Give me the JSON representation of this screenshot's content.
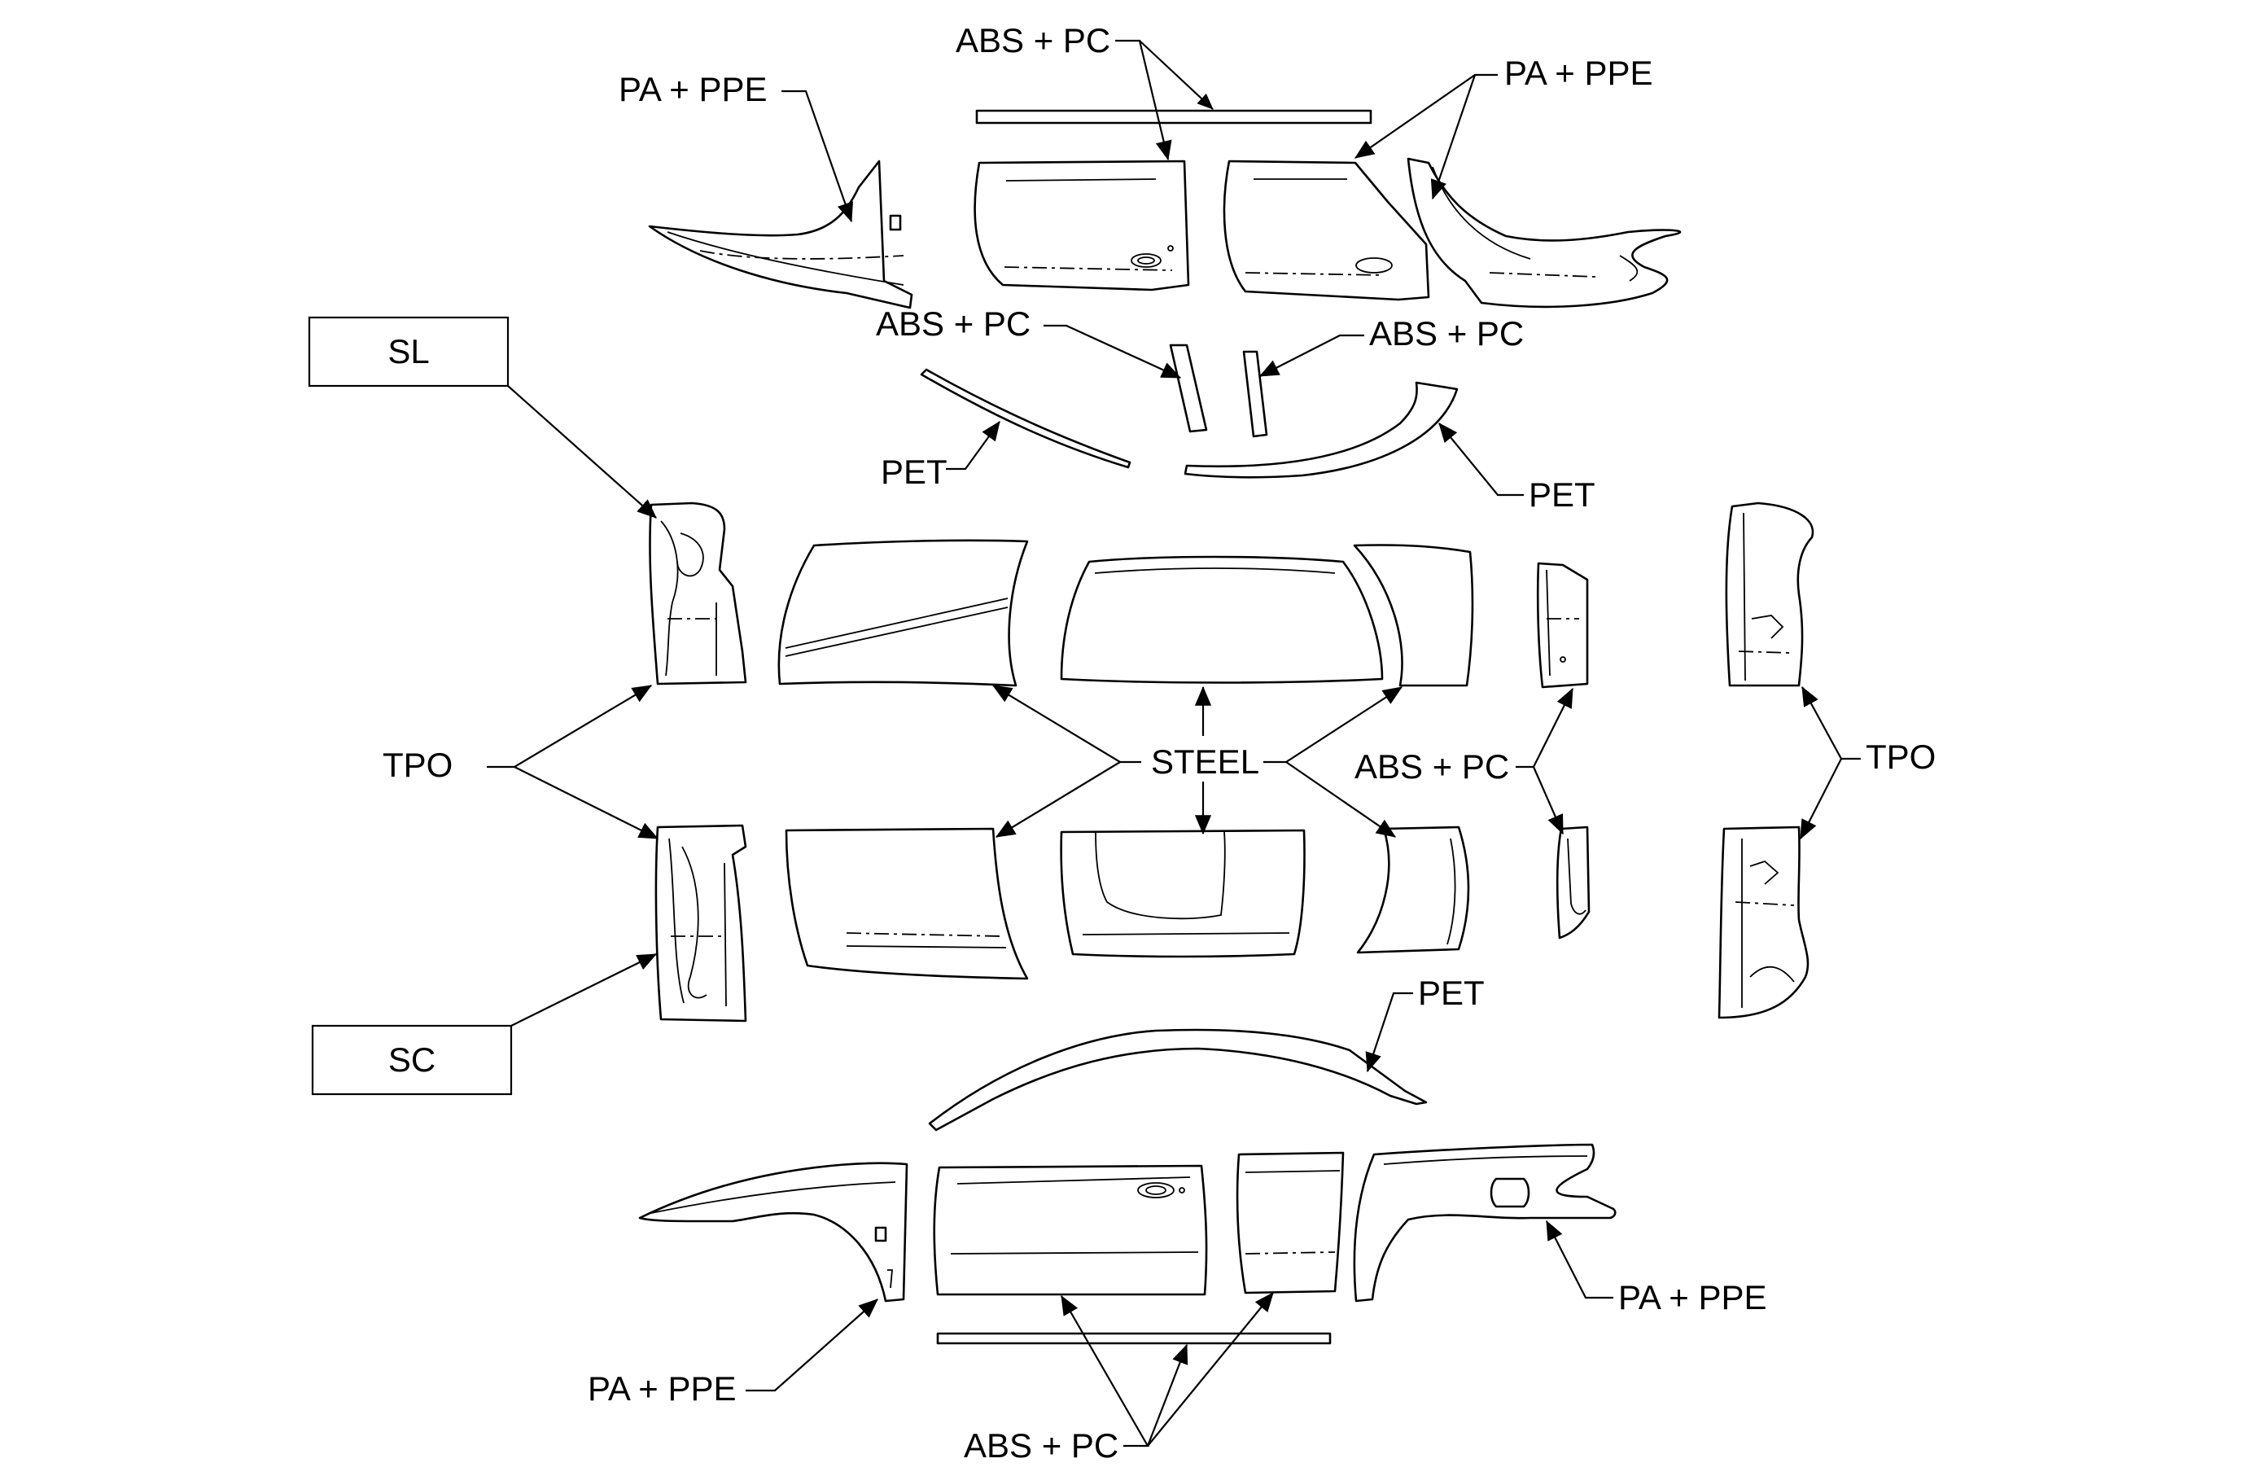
{
  "colors": {
    "line": "#000000",
    "background": "#ffffff"
  },
  "labels": {
    "abs_pc_top": "ABS + PC",
    "pa_ppe_top_left": "PA + PPE",
    "pa_ppe_top_right": "PA + PPE",
    "abs_pc_pillar_left": "ABS + PC",
    "abs_pc_pillar_right": "ABS + PC",
    "pet_upper_left": "PET",
    "pet_upper_right": "PET",
    "sl": "SL",
    "tpo_left": "TPO",
    "steel": "STEEL",
    "abs_pc_right_middle": "ABS + PC",
    "tpo_right": "TPO",
    "sc": "SC",
    "pet_lower": "PET",
    "pa_ppe_bottom_right": "PA + PPE",
    "pa_ppe_bottom_left": "PA + PPE",
    "abs_pc_bottom": "ABS + PC"
  }
}
